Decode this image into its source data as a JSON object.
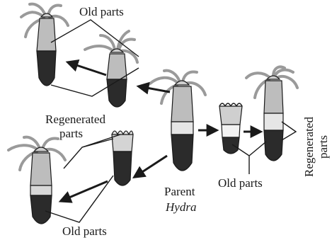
{
  "labels": {
    "old_parts_top": "Old parts",
    "regenerated_parts_left_line1": "Regenerated",
    "regenerated_parts_left_line2": "parts",
    "parent_line1": "Parent",
    "parent_line2": "Hydra",
    "old_parts_middle": "Old parts",
    "old_parts_bottom": "Old parts",
    "regenerated_parts_right_line1": "Regenerated",
    "regenerated_parts_right_line2": "parts"
  },
  "colors": {
    "dark_body": "#2b2b2b",
    "light_body": "#bdbdbd",
    "pale_band": "#e6e6e6",
    "outline": "#1a1a1a",
    "tentacle": "#9a9a9a"
  }
}
